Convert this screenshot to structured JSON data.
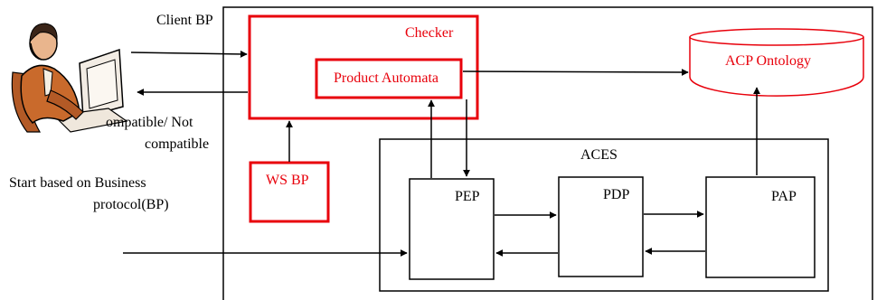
{
  "labels": {
    "client_bp": "Client BP",
    "checker": "Checker",
    "product_automata": "Product Automata",
    "acp_ontology": "ACP Ontology",
    "compatible_line1": "ompatible/ Not",
    "compatible_line2": "compatible",
    "start_line1": "Start based on Business",
    "start_line2": "protocol(BP)",
    "ws_bp": "WS BP",
    "aces": "ACES",
    "pep": "PEP",
    "pdp": "PDP",
    "pap": "PAP"
  },
  "colors": {
    "highlight": "#e8000b",
    "line": "#000000",
    "background": "#ffffff"
  },
  "icons": {
    "user": "user-at-computer-icon"
  }
}
